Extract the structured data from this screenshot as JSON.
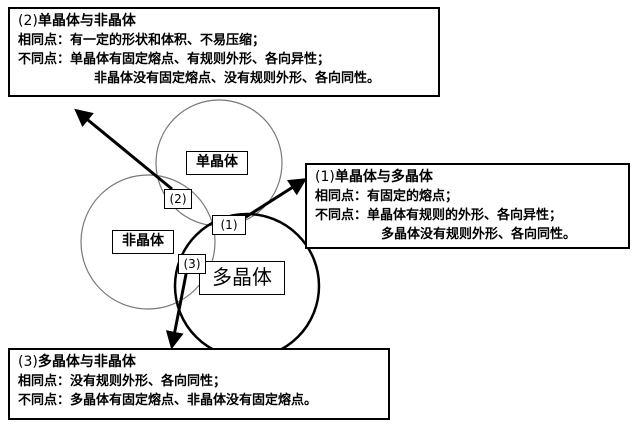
{
  "box2": {
    "title_num": "(2)",
    "title_text": "单晶体与非晶体",
    "line1_label": "相同点：",
    "line1_text": "有一定的形状和体积、不易压缩；",
    "line2_label": "不同点：",
    "line2_text": "单晶体有固定熔点、有规则外形、各向异性；",
    "line3_text": "非晶体没有固定熔点、没有规则外形、各向同性。"
  },
  "box1": {
    "title_num": "(1)",
    "title_text": "单晶体与多晶体",
    "line1_label": "相同点：",
    "line1_text": "有固定的熔点；",
    "line2_label": "不同点：",
    "line2_text": "单晶体有规则的外形、各向异性；",
    "line3_text": "多晶体没有规则外形、各向同性。"
  },
  "box3": {
    "title_num": "(3)",
    "title_text": "多晶体与非晶体",
    "line1_label": "相同点：",
    "line1_text": "没有规则外形、各向同性；",
    "line2_label": "不同点：",
    "line2_text": "多晶体有固定熔点、非晶体没有固定熔点。"
  },
  "circles": {
    "single_crystal": "单晶体",
    "amorphous": "非晶体",
    "polycrystal": "多晶体"
  },
  "markers": {
    "m1": "(1)",
    "m2": "(2)",
    "m3": "(3)"
  }
}
